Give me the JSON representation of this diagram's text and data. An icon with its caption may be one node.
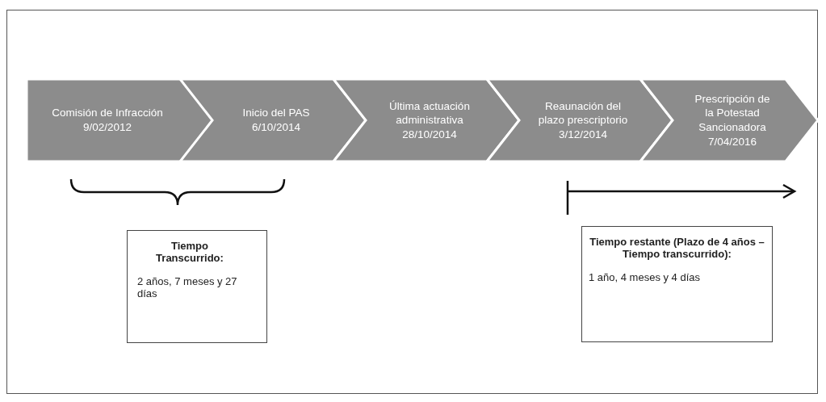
{
  "diagram": {
    "nodes": [
      {
        "text": [
          "Comisión de Infracción",
          "9/02/2012"
        ]
      },
      {
        "text": [
          "Inicio del PAS",
          "6/10/2014"
        ]
      },
      {
        "text": [
          "Última actuación administrativa",
          "28/10/2014"
        ]
      },
      {
        "text": [
          "Reaunación del plazo prescriptorio",
          "3/12/2014"
        ]
      },
      {
        "text": [
          "Prescripción de la Potestad Sancionadora",
          "7/04/2016"
        ]
      },
      {
        "text": [
          "Tiempo Transcurrido:",
          "2 años, 7 meses y 27 días"
        ]
      },
      {
        "text": [
          "Tiempo restante (Plazo de 4 años – Tiempo transcurrido):",
          "1 año, 4 meses y 4 días"
        ]
      }
    ]
  }
}
